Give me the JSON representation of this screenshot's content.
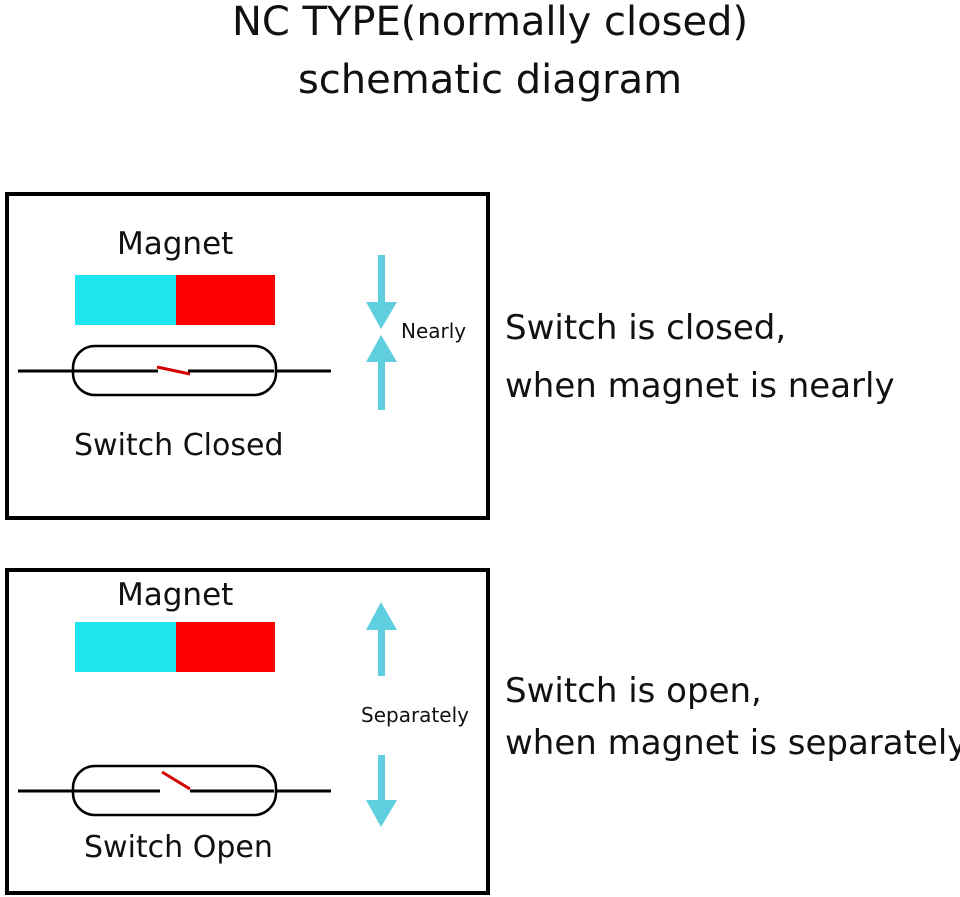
{
  "title": {
    "line1": "NC TYPE(normally closed)",
    "line2": "schematic diagram"
  },
  "colors": {
    "magnet_north": "#1fe6ee",
    "magnet_south": "#ff0000",
    "arrow": "#5fcfe0",
    "contact": "#d40000",
    "outline": "#000000"
  },
  "panels": [
    {
      "state": "closed",
      "magnet_label": "Magnet",
      "motion_label": "Nearly",
      "switch_label": "Switch Closed",
      "description_line1": "Switch is closed,",
      "description_line2": "when magnet is nearly"
    },
    {
      "state": "open",
      "magnet_label": "Magnet",
      "motion_label": "Separately",
      "switch_label": "Switch Open",
      "description_line1": "Switch is open,",
      "description_line2": "when magnet is separately"
    }
  ]
}
